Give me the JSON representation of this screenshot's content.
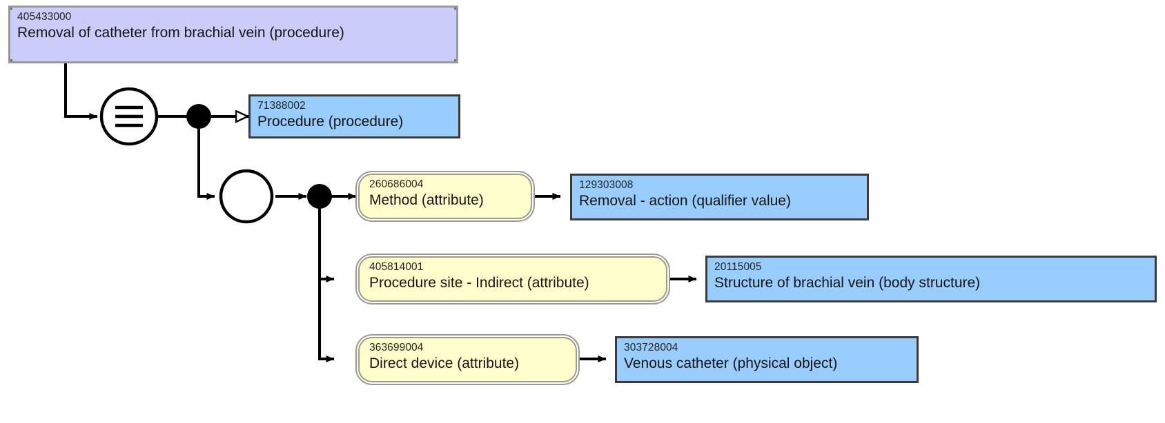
{
  "diagram": {
    "type": "snomed-ct-concept-model",
    "title": "Removal of catheter from brachial vein (procedure)",
    "colors": {
      "focus_concept_fill": "#ccccfa",
      "focus_concept_border": "#999999",
      "concept_fill": "#99ccff",
      "concept_border": "#3a3a3a",
      "attribute_fill": "#ffffcc",
      "attribute_border": "#9a9a90",
      "line": "#000000",
      "background": "#ffffff"
    },
    "root": {
      "sctid": "405433000",
      "term": "Removal of catheter from brachial vein (procedure)"
    },
    "operators": {
      "equivalence_glyph": "equivalent-to-circle",
      "role_group_glyph": "role-group-circle",
      "conjunction_glyph": "conjunction-dot",
      "isa_arrowhead": "hollow-triangle",
      "attribute_arrowhead": "solid-triangle"
    },
    "parents": [
      {
        "sctid": "71388002",
        "term": "Procedure (procedure)",
        "relationship": "is-a"
      }
    ],
    "role_group": {
      "label": "role-group",
      "attributes": [
        {
          "attribute": {
            "sctid": "260686004",
            "term": "Method (attribute)"
          },
          "value": {
            "sctid": "129303008",
            "term": "Removal - action (qualifier value)"
          }
        },
        {
          "attribute": {
            "sctid": "405814001",
            "term": "Procedure site - Indirect (attribute)"
          },
          "value": {
            "sctid": "20115005",
            "term": "Structure of brachial vein (body structure)"
          }
        },
        {
          "attribute": {
            "sctid": "363699004",
            "term": "Direct device (attribute)"
          },
          "value": {
            "sctid": "303728004",
            "term": "Venous catheter (physical object)"
          }
        }
      ]
    }
  }
}
